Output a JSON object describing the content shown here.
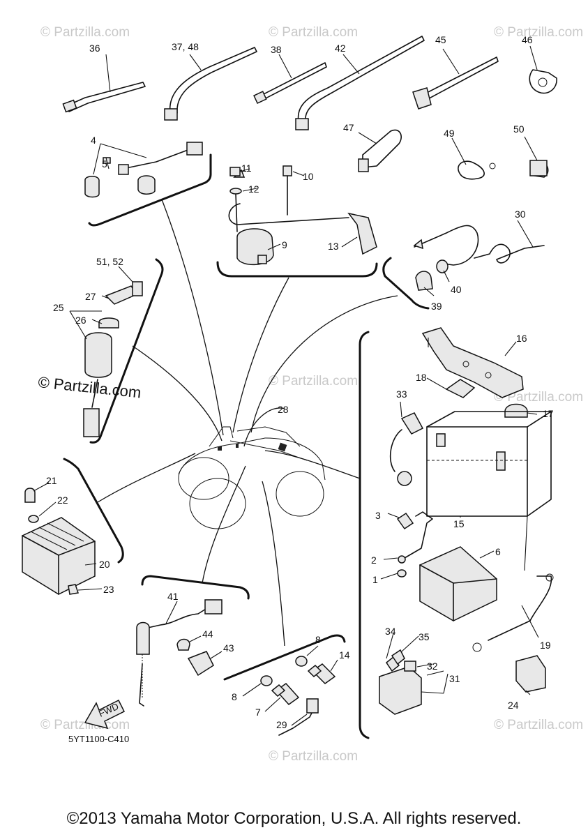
{
  "diagram": {
    "code": "5YT1100-C410",
    "fwd_label": "FWD",
    "copyright": "©2013 Yamaha Motor Corporation, U.S.A. All rights reserved.",
    "watermark_main": "© Partzilla.com",
    "watermark_faint": "© Partzilla.com",
    "labels": {
      "l36": "36",
      "l37": "37, 48",
      "l38": "38",
      "l42": "42",
      "l45": "45",
      "l46": "46",
      "l47": "47",
      "l49": "49",
      "l50": "50",
      "l4": "4",
      "l5": "5",
      "l11": "11",
      "l10": "10",
      "l12": "12",
      "l9": "9",
      "l13": "13",
      "l30": "30",
      "l40": "40",
      "l39": "39",
      "l51": "51, 52",
      "l27": "27",
      "l25": "25",
      "l26": "26",
      "l16": "16",
      "l18": "18",
      "l33": "33",
      "l17": "17",
      "l28": "28",
      "l15": "15",
      "l3": "3",
      "l2": "2",
      "l1": "1",
      "l6": "6",
      "l21": "21",
      "l22": "22",
      "l20": "20",
      "l23": "23",
      "l41": "41",
      "l44": "44",
      "l43": "43",
      "l8a": "8",
      "l14": "14",
      "l8b": "8",
      "l7": "7",
      "l29": "29",
      "l34": "34",
      "l35": "35",
      "l32": "32",
      "l31": "31",
      "l19": "19",
      "l24": "24"
    }
  }
}
